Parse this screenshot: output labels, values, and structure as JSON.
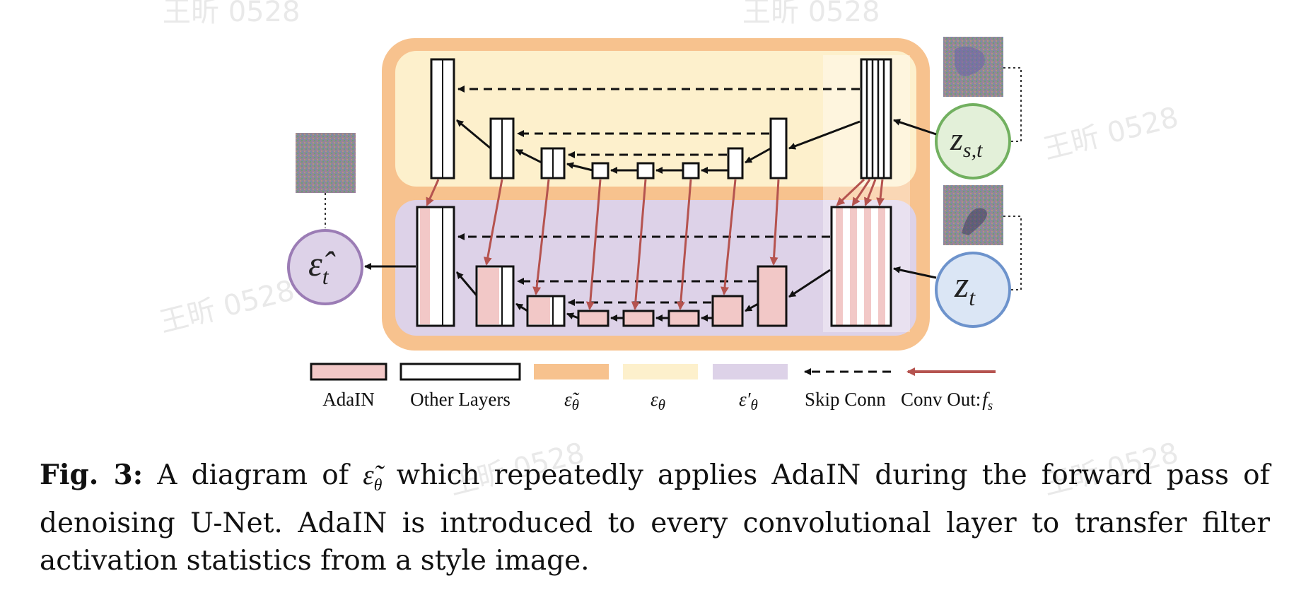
{
  "colors": {
    "outer_box": "#f7c28e",
    "epsilon_region": "#fdf0cc",
    "epsilon_prime_region": "#ddd2e8",
    "adain_fill": "#f2c8c7",
    "conv_arrow": "#b5534f",
    "zst_circle": "#e3f0d9",
    "zst_stroke": "#72b060",
    "zt_circle": "#dbe6f5",
    "zt_stroke": "#6d93cc",
    "eps_circle": "#ddd2e8",
    "eps_stroke": "#9b7cb5"
  },
  "nodes": {
    "z_s_t": {
      "base": "z",
      "sub": "s,t"
    },
    "z_t": {
      "base": "z",
      "sub": "t"
    },
    "eps_hat": {
      "base": "ε̂",
      "sub": "t"
    }
  },
  "legend": {
    "adain": "AdaIN",
    "other_layers": "Other Layers",
    "eps_tilde": "ε̃",
    "eps_tilde_sub": "θ",
    "eps": "ε",
    "eps_sub": "θ",
    "eps_prime": "ε′",
    "eps_prime_sub": "θ",
    "skip_conn": "Skip Conn",
    "conv_out": "Conv Out:",
    "conv_out_sym": "f",
    "conv_out_sub": "s"
  },
  "caption": {
    "label": "Fig. 3:",
    "text_before": " A diagram of ",
    "symbol": "ε̃",
    "symbol_sub": "θ",
    "text_after": " which repeatedly applies AdaIN during the forward pass of denoising U-Net. AdaIN is introduced to every convolutional layer to transfer filter activation statistics from a style image."
  },
  "watermark": "王昕 0528"
}
